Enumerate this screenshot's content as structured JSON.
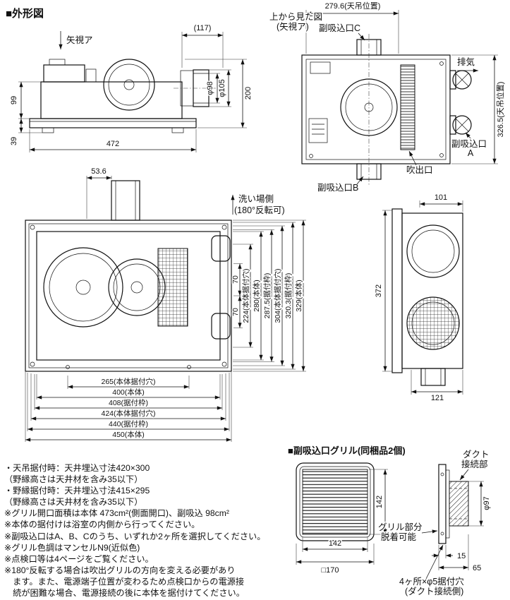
{
  "page": {
    "title": "■外形図"
  },
  "side_view": {
    "arrow_view_label": "矢視ア",
    "dim_duct_length": "(117)",
    "dim_height_total": "200",
    "dim_body_height": "99",
    "dim_flange_height": "39",
    "dim_width": "472",
    "dim_duct_inner": "φ98",
    "dim_duct_outer": "φ105"
  },
  "top_view": {
    "caption_line1": "上から見た図",
    "caption_line2": "(矢視ア)",
    "dim_hanger_width": "279.6(天吊位置)",
    "dim_hanger_depth": "326.5(天吊位置)",
    "label_port_c": "副吸込口C",
    "label_exhaust": "排気",
    "label_port_a_line1": "副吸込口",
    "label_port_a_line2": "A",
    "label_outlet": "吹出口",
    "label_port_b": "副吸込口B"
  },
  "bottom_view": {
    "dim_duct_offset": "53.6",
    "wash_side_line1": "洗い場側",
    "wash_side_line2": "(180°反転可)",
    "v_dims": [
      "70",
      "70",
      "224(本体据付穴)",
      "280(本体)",
      "287.5(据付枠)",
      "304(本体据付穴)",
      "320.3(据付枠)",
      "329(本体)"
    ],
    "h_dims": [
      "265(本体据付穴)",
      "400(本体)",
      "408(据付枠)",
      "424(本体据付穴)",
      "440(据付枠)",
      "450(本体)"
    ]
  },
  "right_view": {
    "dim_top": "101",
    "dim_height": "372",
    "dim_bottom": "121"
  },
  "grille": {
    "section_title": "■副吸込口グリル(同梱品2個)",
    "duct_conn_line1": "ダクト",
    "duct_conn_line2": "接続部",
    "dim_louver_height": "142",
    "dim_louver_width": "142",
    "dim_outer": "□170",
    "dim_duct_dia": "φ97",
    "removable_line1": "グリル部分",
    "removable_line2": "脱着可能",
    "dim_grille_depth": "15",
    "dim_total_depth": "65",
    "holes_line1": "4ヶ所×φ5据付穴",
    "holes_line2": "(ダクト接続側)"
  },
  "notes": [
    "・天吊据付時：天井埋込寸法420×300",
    "（野縁高さは天井材を含み35以下）",
    "・野縁据付時：天井埋込寸法415×295",
    "（野縁高さは天井材を含み35以下）",
    "※グリル開口面積は本体 473cm²(側面開口)、副吸込 98cm²",
    "※本体の据付けは浴室の内側から行ってください。",
    "※副吸込口はA、B、Cのうち、いずれか2ヶ所を選択してください。",
    "※グリル色調はマンセルN9(近似色)",
    "※点検口等は4ページをご覧ください。",
    "※180°反転する場合は吹出グリルの方向を変える必要があり",
    "　ます。また、電源端子位置が変わるため点検口からの電源接",
    "　続が困難な場合、電源接続の後に本体を据付けてください。"
  ]
}
